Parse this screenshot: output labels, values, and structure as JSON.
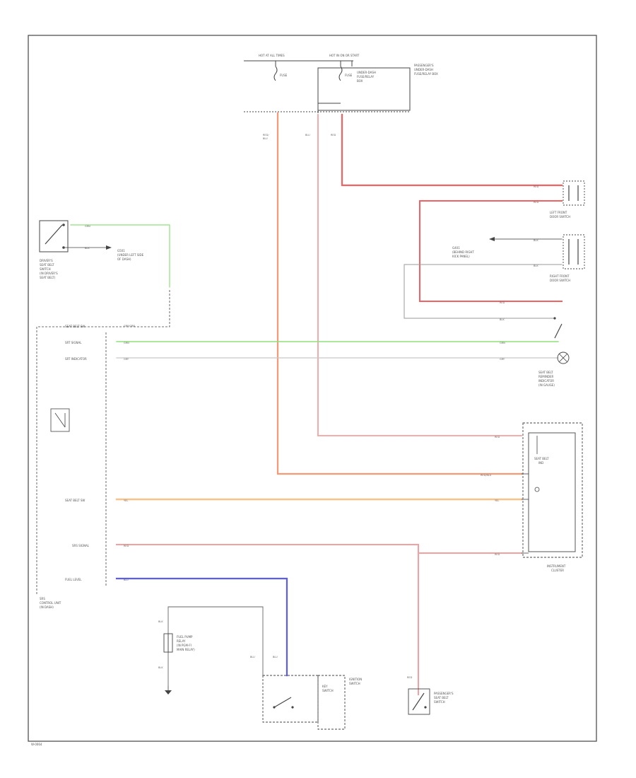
{
  "colors": {
    "wire_red": "#f26262",
    "wire_pink": "#f5a0a0",
    "wire_orange": "#f79a74",
    "wire_peach": "#f8c28a",
    "wire_green": "#8fe07a",
    "wire_blue": "#5c5cf0",
    "wire_gray": "#bdbdbd",
    "outline": "#444444"
  },
  "diagram": {
    "fuse_box_lines": [
      "HOT AT ALL TIMES",
      "HOT IN ON OR START"
    ],
    "fuse_box_note": [
      "UNDER-DASH",
      "FUSE/RELAY",
      "BOX"
    ],
    "fuse_labels": [
      "FUSE",
      "FUSE"
    ],
    "fuse_box_side_note": [
      "PASSENGER'S",
      "UNDER-DASH",
      "FUSE/RELAY BOX"
    ],
    "driver_switch_label": [
      "DRIVER'S",
      "SEAT BELT",
      "SWITCH",
      "(IN DRIVER'S",
      "SEAT BELT)"
    ],
    "ground_note": [
      "G501",
      "(UNDER LEFT SIDE",
      "OF DASH)"
    ],
    "ecm_pin_labels": [
      "SEAT BELT SW",
      "SRT SIGNAL",
      "SRT INDICATOR",
      "SEAT BELT SW",
      "SRS SIGNAL",
      "FUEL LEVEL"
    ],
    "ecm_label": [
      "SRS",
      "CONTROL UNIT",
      "(IN DASH)"
    ],
    "door_switch_top": [
      "LEFT FRONT",
      "DOOR SWITCH"
    ],
    "door_switch_bottom": [
      "RIGHT FRONT",
      "DOOR SWITCH"
    ],
    "ground_mid": [
      "G401",
      "(BEHIND RIGHT",
      "KICK PANEL)"
    ],
    "indicator_note": [
      "SEAT BELT",
      "REMINDER",
      "INDICATOR",
      "(IN GAUGE)"
    ],
    "gauge_label": [
      "SEAT BELT",
      "IND"
    ],
    "cluster_label": [
      "INSTRUMENT",
      "CLUSTER"
    ],
    "passenger_label": [
      "PASSENGER'S",
      "SEAT BELT",
      "SWITCH"
    ],
    "ign_switch_label": [
      "IGNITION",
      "SWITCH"
    ],
    "key_switch_label": [
      "KEY",
      "SWITCH"
    ],
    "relay_label": [
      "FUEL PUMP",
      "RELAY",
      "(IN PGM-FI",
      "MAIN RELAY)"
    ],
    "footer_code": "W-0064"
  }
}
